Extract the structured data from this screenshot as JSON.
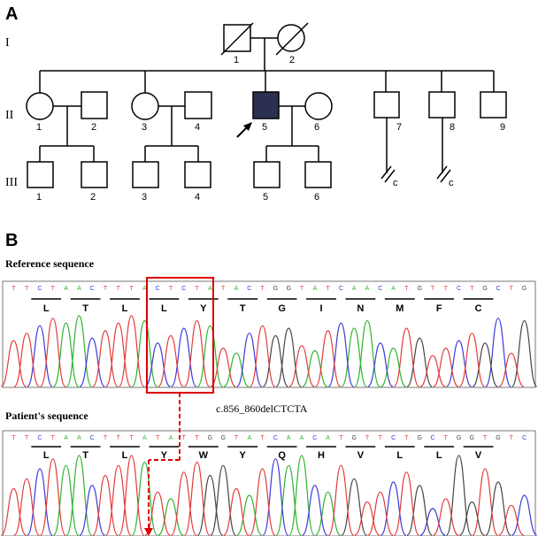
{
  "panels": {
    "a": "A",
    "b": "B"
  },
  "pedigree": {
    "generations": [
      "I",
      "II",
      "III"
    ],
    "gen1": [
      "1",
      "2"
    ],
    "gen2": [
      "1",
      "2",
      "3",
      "4",
      "5",
      "6",
      "7",
      "8",
      "9"
    ],
    "gen3": [
      "1",
      "2",
      "3",
      "4",
      "5",
      "6"
    ],
    "no_children_mark": [
      "c",
      "c"
    ]
  },
  "sequence": {
    "reference_title": "Reference sequence",
    "patient_title": "Patient's sequence",
    "mutation_label": "c.856_860delCTCTA",
    "reference_bases": "TTCTAACTTTACTCTATACTGGTATCAACATGTTCTGCTG",
    "reference_aa": [
      "L",
      "T",
      "L",
      "L",
      "Y",
      "T",
      "G",
      "I",
      "N",
      "M",
      "F",
      "C"
    ],
    "patient_bases": "TTCTAACTTTATATTGGTATCAACATGTTCTGCTGGTGTC",
    "patient_aa": [
      "L",
      "T",
      "L",
      "Y",
      "W",
      "Y",
      "Q",
      "H",
      "V",
      "L",
      "L",
      "V"
    ]
  },
  "colors": {
    "proband": "#2b3050",
    "highlight": "#dd0000",
    "A": "#2fb32f",
    "C": "#3a3ad8",
    "G": "#444444",
    "T": "#e33b3b"
  }
}
